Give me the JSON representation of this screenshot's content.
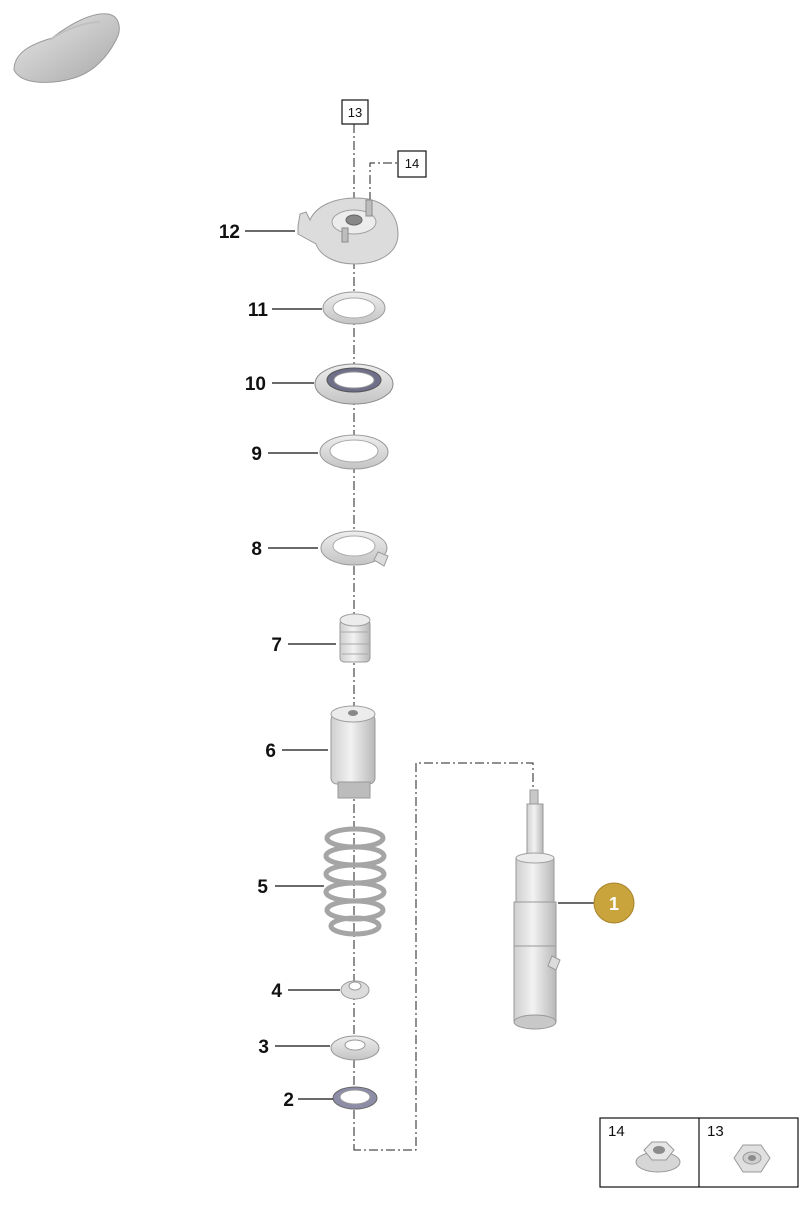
{
  "diagram": {
    "reference_boxes": {
      "top_13": "13",
      "top_14": "14"
    },
    "callouts": [
      {
        "id": "1",
        "label": "1",
        "highlighted": true
      },
      {
        "id": "2",
        "label": "2"
      },
      {
        "id": "3",
        "label": "3"
      },
      {
        "id": "4",
        "label": "4"
      },
      {
        "id": "5",
        "label": "5"
      },
      {
        "id": "6",
        "label": "6"
      },
      {
        "id": "7",
        "label": "7"
      },
      {
        "id": "8",
        "label": "8"
      },
      {
        "id": "9",
        "label": "9"
      },
      {
        "id": "10",
        "label": "10"
      },
      {
        "id": "11",
        "label": "11"
      },
      {
        "id": "12",
        "label": "12"
      }
    ],
    "legend": [
      {
        "label": "14",
        "icon": "flange-nut-icon"
      },
      {
        "label": "13",
        "icon": "hex-nut-icon"
      }
    ],
    "colors": {
      "highlight": "#c9a33c",
      "part": "#dcdcdc",
      "line": "#111111"
    },
    "thumbnail_icon": "car-silhouette-icon"
  }
}
